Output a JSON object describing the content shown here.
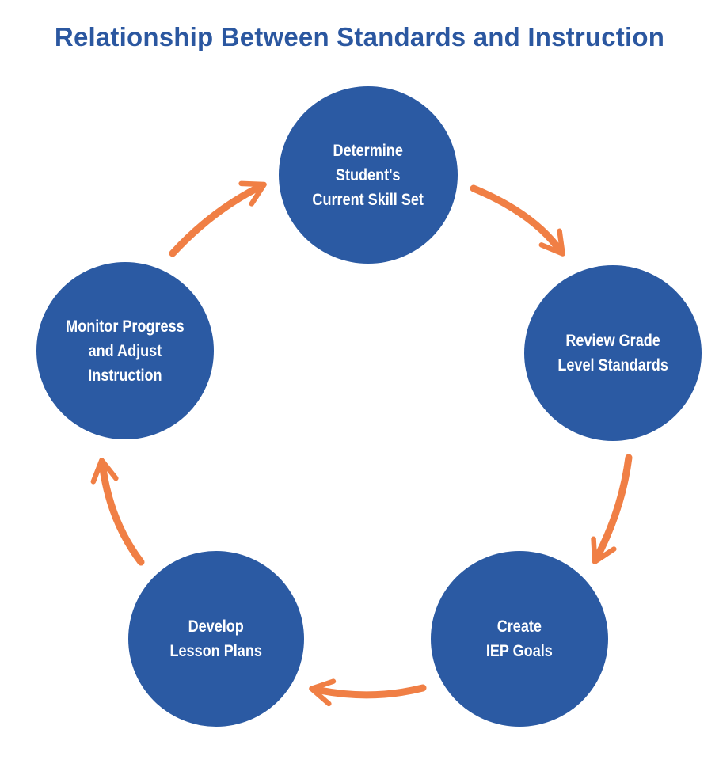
{
  "diagram": {
    "title": "Relationship Between Standards and Instruction",
    "colors": {
      "title": "#2b57a0",
      "node_fill": "#2b5aa3",
      "node_text": "#ffffff",
      "arrow": "#f07f45"
    },
    "nodes": [
      {
        "id": "n1",
        "label": "Determine\nStudent's\nCurrent Skill Set"
      },
      {
        "id": "n2",
        "label": "Review Grade\nLevel Standards"
      },
      {
        "id": "n3",
        "label": "Create\nIEP Goals"
      },
      {
        "id": "n4",
        "label": "Develop\nLesson Plans"
      },
      {
        "id": "n5",
        "label": "Monitor Progress\nand Adjust\nInstruction"
      }
    ],
    "edges": [
      {
        "from": "n1",
        "to": "n2"
      },
      {
        "from": "n2",
        "to": "n3"
      },
      {
        "from": "n3",
        "to": "n4"
      },
      {
        "from": "n4",
        "to": "n5"
      },
      {
        "from": "n5",
        "to": "n1"
      }
    ]
  }
}
